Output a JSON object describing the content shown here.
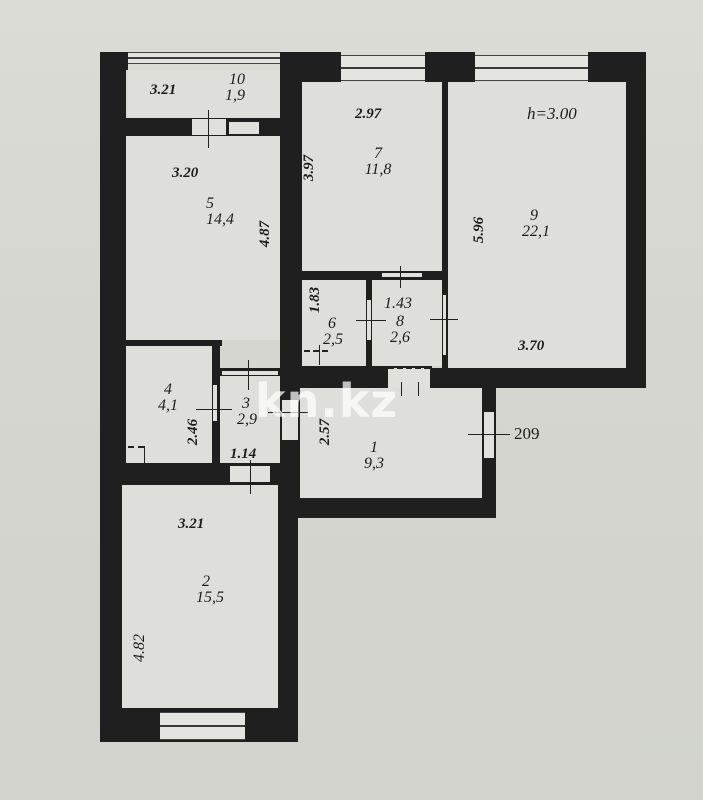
{
  "plan": {
    "ceiling_height": "h=3.00",
    "external_dim": "209",
    "watermark": "kn.kz",
    "colors": {
      "wall": "#1f1f1f",
      "floor": "#dedfda",
      "paper": "#d6d6d0",
      "ink": "#1c1c1c"
    }
  },
  "rooms": [
    {
      "id": "1",
      "area": "9,3",
      "dims": [
        "2.57"
      ]
    },
    {
      "id": "2",
      "area": "15,5",
      "dims": [
        "3.21",
        "4.82"
      ]
    },
    {
      "id": "3",
      "area": "2,9",
      "dims": [
        "1.14"
      ]
    },
    {
      "id": "4",
      "area": "4,1",
      "dims": [
        "2.46"
      ]
    },
    {
      "id": "5",
      "area": "14,4",
      "dims": [
        "3.20",
        "4.87"
      ]
    },
    {
      "id": "6",
      "area": "2,5",
      "dims": [
        "1.83"
      ]
    },
    {
      "id": "7",
      "area": "11,8",
      "dims": [
        "2.97",
        "3.97"
      ]
    },
    {
      "id": "8",
      "area": "2,6",
      "dims": [
        "1.43"
      ]
    },
    {
      "id": "9",
      "area": "22,1",
      "dims": [
        "5.96",
        "3.70"
      ]
    },
    {
      "id": "10",
      "area": "1,9",
      "dims": [
        "3.21"
      ]
    }
  ]
}
